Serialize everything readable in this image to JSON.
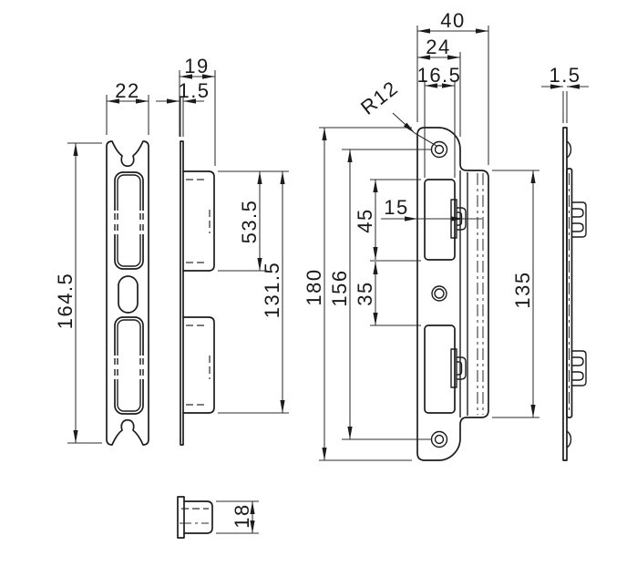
{
  "drawing": {
    "type": "technical-drawing",
    "subject": "mortise-lock-strike-plate",
    "labels": {
      "face_width": "22",
      "face_height": "164.5",
      "edge_depth": "19",
      "edge_plate_thickness": "1.5",
      "edge_upper_box_height": "53.5",
      "edge_box_span": "131.5",
      "front_total_width": "40",
      "front_plate_width": "24",
      "front_cutout_width": "16.5",
      "front_corner_radius": "R12",
      "front_total_height": "180",
      "front_hole_spacing": "156",
      "front_latch_cutout_height": "45",
      "front_cutout_gap": "35",
      "front_tab_offset": "15",
      "front_lip_height": "135",
      "side_plate_thickness": "1.5",
      "section_depth": "18"
    }
  }
}
